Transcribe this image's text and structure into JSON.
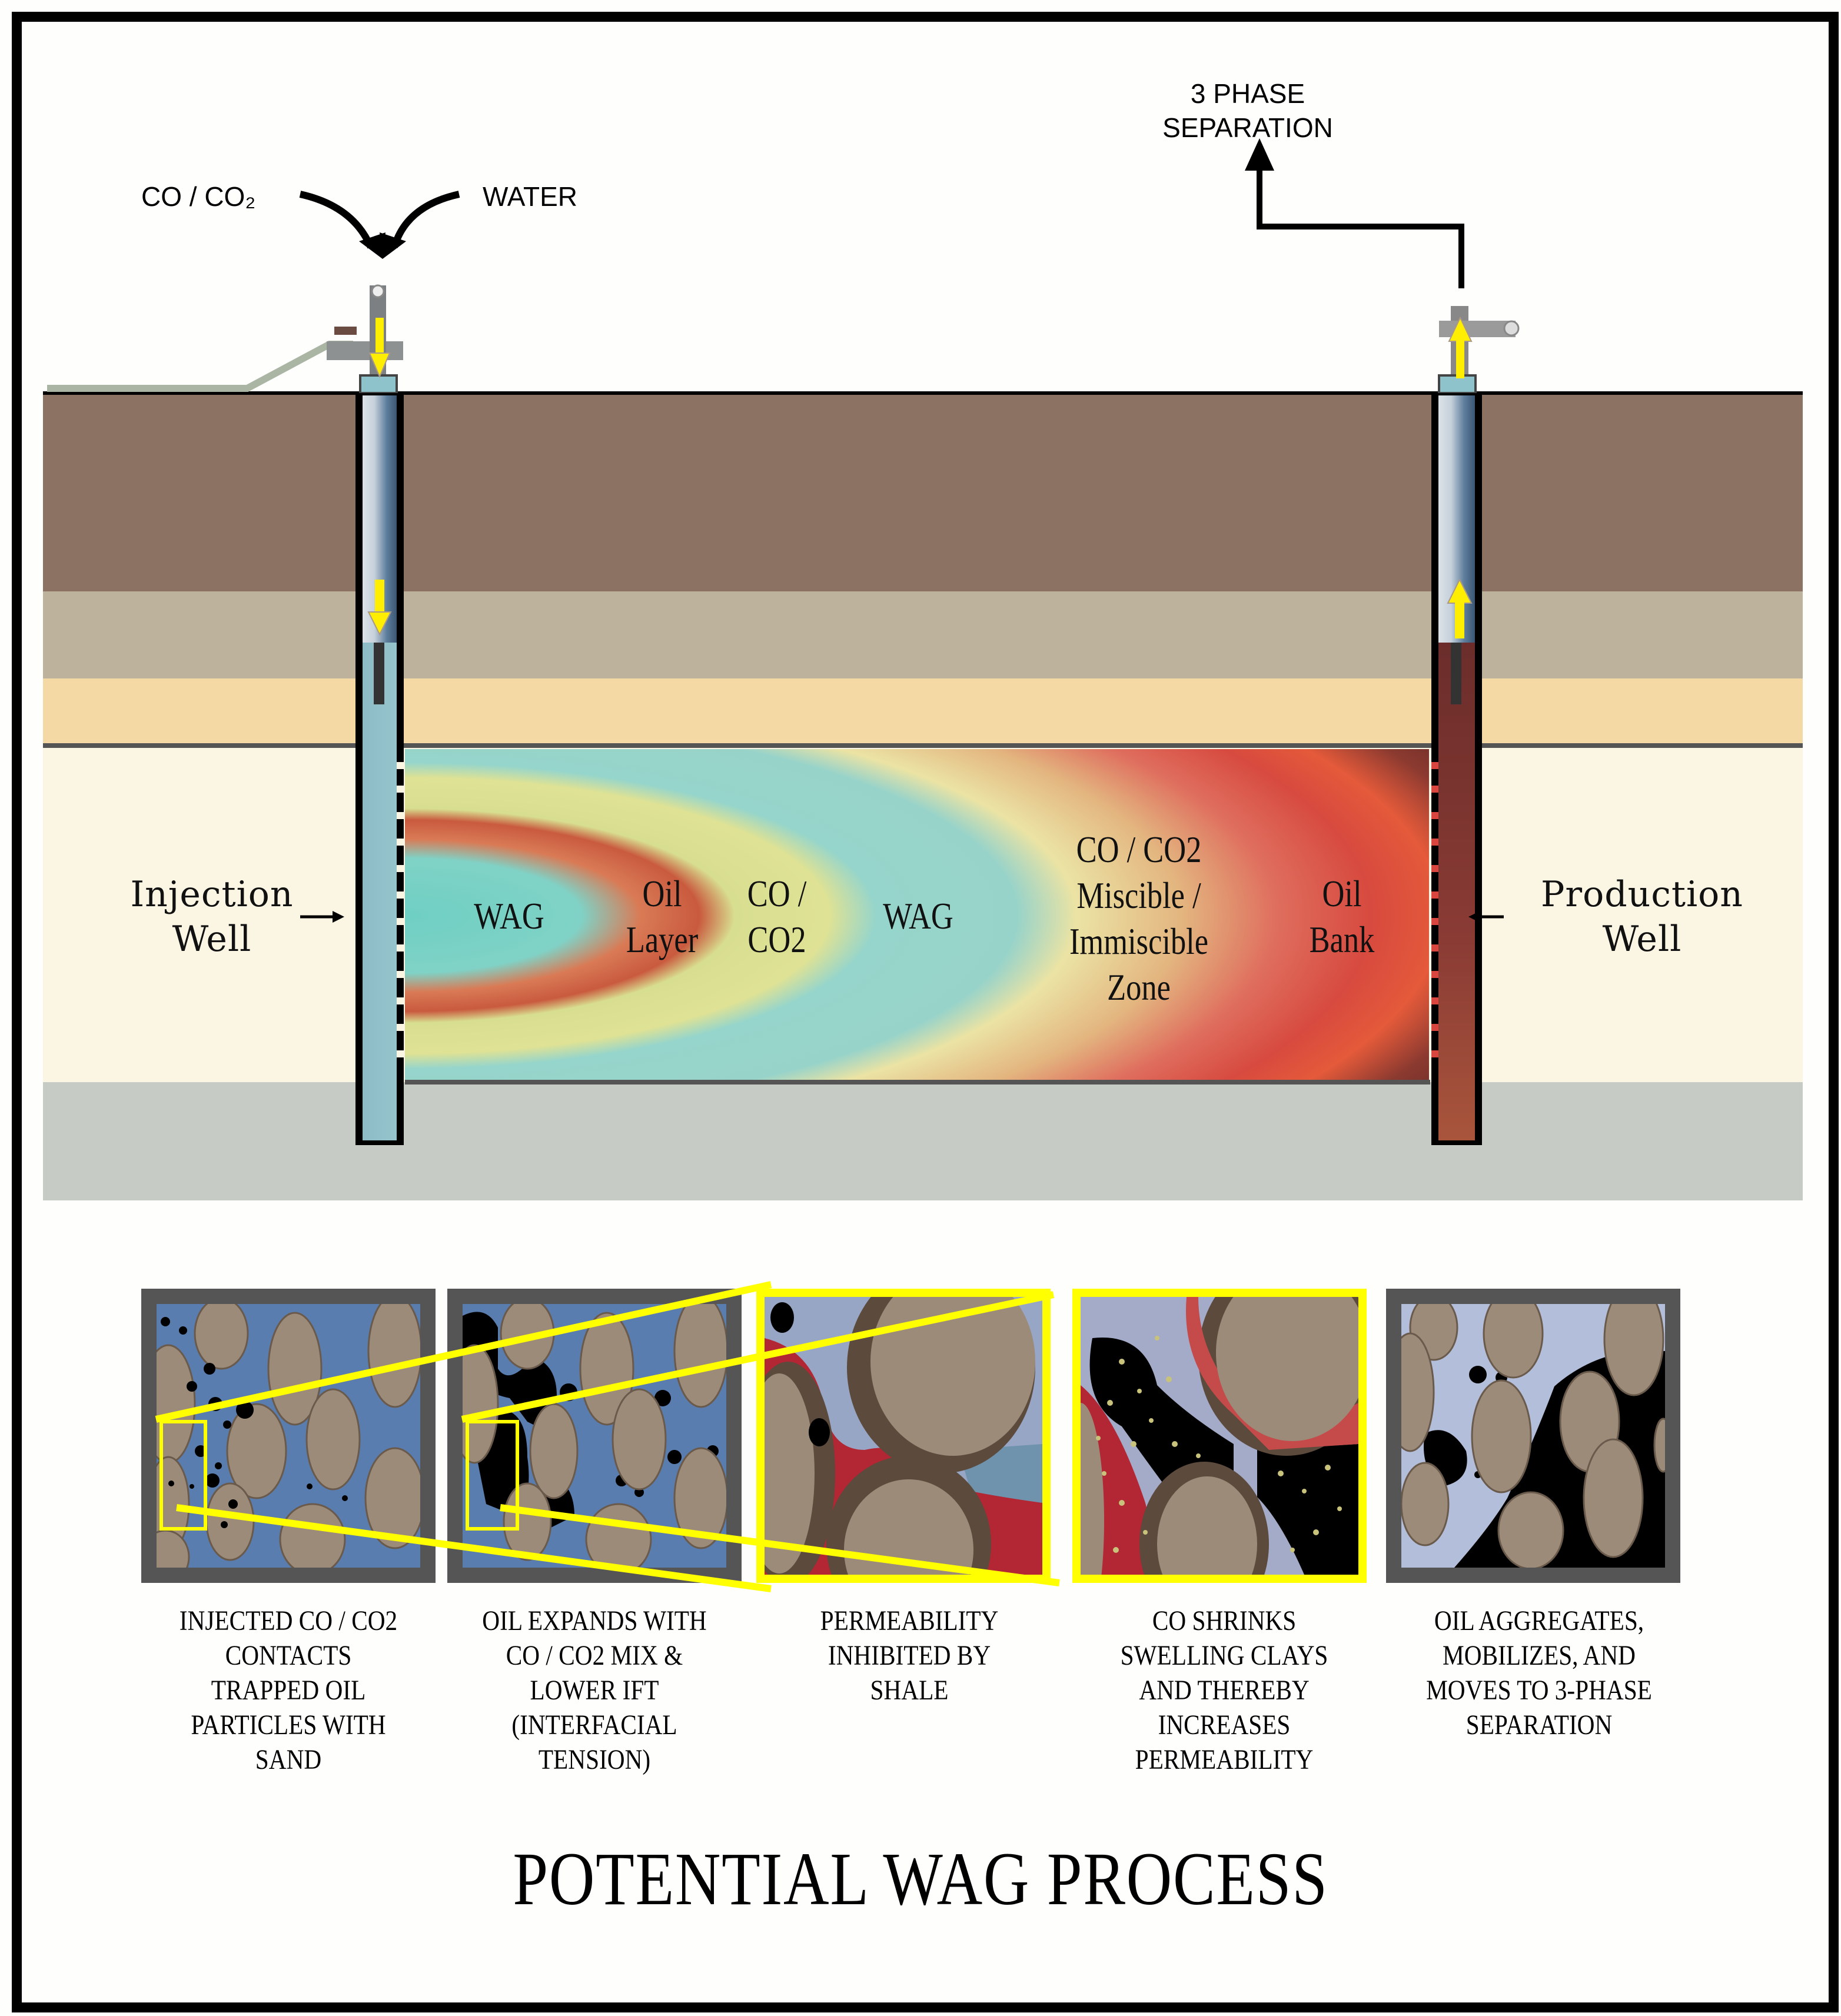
{
  "diagram": {
    "title": "POTENTIAL WAG PROCESS",
    "surface": {
      "injection_inputs": [
        {
          "label": "CO / CO₂",
          "icon": "curved-arrow-down-right-icon"
        },
        {
          "label": "WATER",
          "icon": "curved-arrow-down-left-icon"
        }
      ],
      "output_label_line1": "3 PHASE",
      "output_label_line2": "SEPARATION"
    },
    "wells": {
      "injection": {
        "line1": "Injection",
        "line2": "Well",
        "flow": "down"
      },
      "production": {
        "line1": "Production",
        "line2": "Well",
        "flow": "up"
      }
    },
    "strata": [
      {
        "name": "overburden",
        "color": "#8c7263"
      },
      {
        "name": "gray-sand",
        "color": "#bdb39c"
      },
      {
        "name": "tan-sand",
        "color": "#f5d9a4"
      },
      {
        "name": "reservoir",
        "color": "#fbf5e4"
      },
      {
        "name": "base-rock",
        "color": "#c6ccc5"
      }
    ],
    "zones": [
      {
        "line1": "WAG",
        "line2": "",
        "line3": "",
        "line4": "",
        "color": "#7fd2c8"
      },
      {
        "line1": "Oil",
        "line2": "Layer",
        "line3": "",
        "line4": "",
        "color": "#d66d4e"
      },
      {
        "line1": "CO /",
        "line2": "CO2",
        "line3": "",
        "line4": "",
        "color": "#dde28f"
      },
      {
        "line1": "WAG",
        "line2": "",
        "line3": "",
        "line4": "",
        "color": "#97d4ca"
      },
      {
        "line1": "CO / CO2",
        "line2": "Miscible /",
        "line3": "Immiscible",
        "line4": "Zone",
        "color": "#e6cc8e"
      },
      {
        "line1": "Oil",
        "line2": "Bank",
        "line3": "",
        "line4": "",
        "color": "#d9463f"
      }
    ],
    "panels": [
      {
        "caption": "INJECTED CO / CO2\nCONTACTS\nTRAPPED OIL\nPARTICLES WITH\nSAND",
        "frame": "gray",
        "fluid": "#5a7db0"
      },
      {
        "caption": "OIL EXPANDS WITH\nCO / CO2 MIX &\nLOWER IFT\n(INTERFACIAL\nTENSION)",
        "frame": "gray",
        "fluid": "#5a7db0"
      },
      {
        "caption": "PERMEABILITY\nINHIBITED BY\nSHALE",
        "frame": "yellow",
        "fluid": "#98a6c6"
      },
      {
        "caption": "CO SHRINKS\nSWELLING CLAYS\nAND THEREBY\nINCREASES\nPERMEABILITY",
        "frame": "yellow",
        "fluid": "#a4abc9"
      },
      {
        "caption": "OIL AGGREGATES,\nMOBILIZES, AND\nMOVES TO 3-PHASE\nSEPARATION",
        "frame": "gray",
        "fluid": "#b3bedb"
      }
    ],
    "colors": {
      "arrow_yellow": "#ffee00",
      "zoom_frame_yellow": "#ffff00",
      "panel_frame_gray": "#555555",
      "sand_grain": "#9c8b79",
      "oil": "#000000",
      "shale_red": "#b32634"
    }
  }
}
